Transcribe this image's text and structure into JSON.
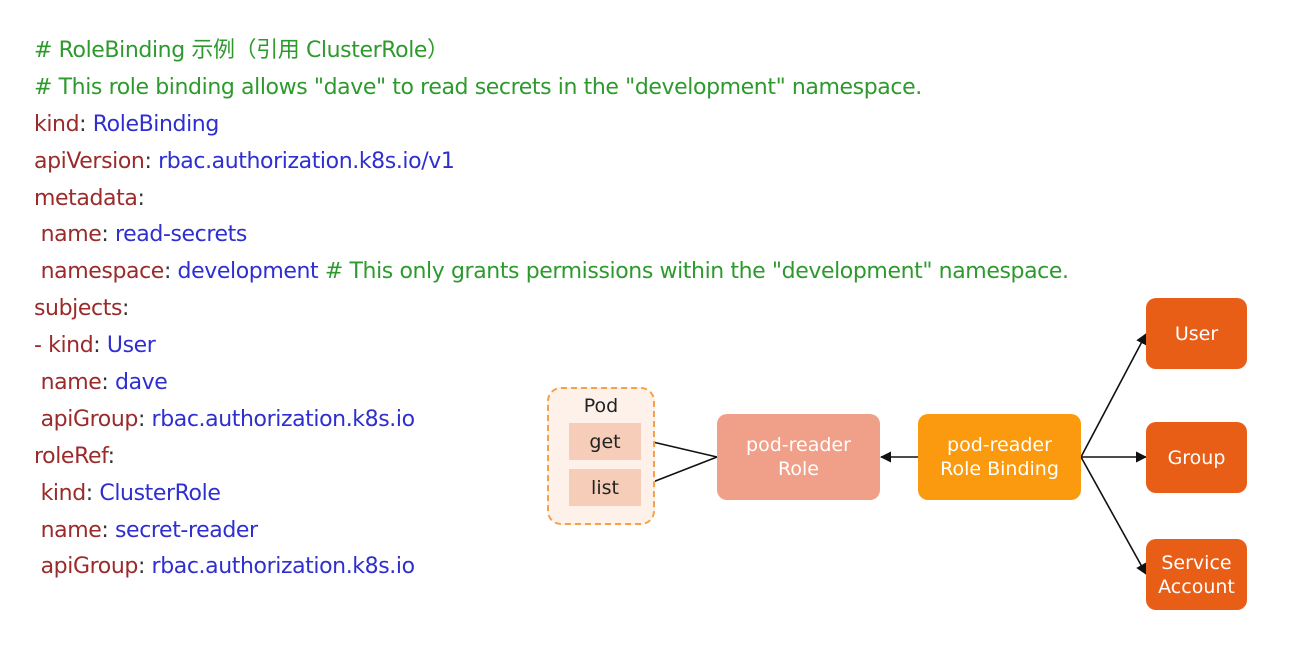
{
  "code_lines": [
    [
      {
        "t": "# RoleBinding 示例（引用 ClusterRole）",
        "c": "comment"
      }
    ],
    [
      {
        "t": "# This role binding allows \"dave\" to read secrets in the \"development\" namespace.",
        "c": "comment"
      }
    ],
    [
      {
        "t": "kind",
        "c": "key"
      },
      {
        "t": ": ",
        "c": "punct"
      },
      {
        "t": "RoleBinding",
        "c": "val"
      }
    ],
    [
      {
        "t": "apiVersion",
        "c": "key"
      },
      {
        "t": ": ",
        "c": "punct"
      },
      {
        "t": "rbac.authorization.k8s.io/v1",
        "c": "val"
      }
    ],
    [
      {
        "t": "metadata",
        "c": "key"
      },
      {
        "t": ":",
        "c": "punct"
      }
    ],
    [
      {
        "t": " name",
        "c": "key"
      },
      {
        "t": ": ",
        "c": "punct"
      },
      {
        "t": "read-secrets",
        "c": "val"
      }
    ],
    [
      {
        "t": " namespace",
        "c": "key"
      },
      {
        "t": ": ",
        "c": "punct"
      },
      {
        "t": "development",
        "c": "val"
      },
      {
        "t": " # This only grants permissions within the \"development\" namespace.",
        "c": "comment"
      }
    ],
    [
      {
        "t": "subjects",
        "c": "key"
      },
      {
        "t": ":",
        "c": "punct"
      }
    ],
    [
      {
        "t": "- kind",
        "c": "key"
      },
      {
        "t": ": ",
        "c": "punct"
      },
      {
        "t": "User",
        "c": "val"
      }
    ],
    [
      {
        "t": " name",
        "c": "key"
      },
      {
        "t": ": ",
        "c": "punct"
      },
      {
        "t": "dave",
        "c": "val"
      }
    ],
    [
      {
        "t": " apiGroup",
        "c": "key"
      },
      {
        "t": ": ",
        "c": "punct"
      },
      {
        "t": "rbac.authorization.k8s.io",
        "c": "val"
      }
    ],
    [
      {
        "t": "roleRef",
        "c": "key"
      },
      {
        "t": ":",
        "c": "punct"
      }
    ],
    [
      {
        "t": " kind",
        "c": "key"
      },
      {
        "t": ": ",
        "c": "punct"
      },
      {
        "t": "ClusterRole",
        "c": "val"
      }
    ],
    [
      {
        "t": " name",
        "c": "key"
      },
      {
        "t": ": ",
        "c": "punct"
      },
      {
        "t": "secret-reader",
        "c": "val"
      }
    ],
    [
      {
        "t": " apiGroup",
        "c": "key"
      },
      {
        "t": ": ",
        "c": "punct"
      },
      {
        "t": "rbac.authorization.k8s.io",
        "c": "val"
      }
    ]
  ],
  "diagram": {
    "pod": {
      "label": "Pod",
      "verbs": [
        "get",
        "list"
      ]
    },
    "role": {
      "line1": "pod-reader",
      "line2": "Role"
    },
    "binding": {
      "line1": "pod-reader",
      "line2": "Role Binding"
    },
    "subjects": {
      "user": "User",
      "group": "Group",
      "service_account": {
        "line1": "Service",
        "line2": "Account"
      }
    }
  },
  "colors": {
    "comment": "#2e9a2e",
    "key": "#9b2a2a",
    "value": "#2f2fd0",
    "role_fill": "#f0a088",
    "binding_fill": "#fb9a0e",
    "subject_fill": "#e85e17",
    "pod_border": "#f5a14a",
    "pod_fill": "#fdf1ea",
    "verb_fill": "#f6cdb9"
  }
}
